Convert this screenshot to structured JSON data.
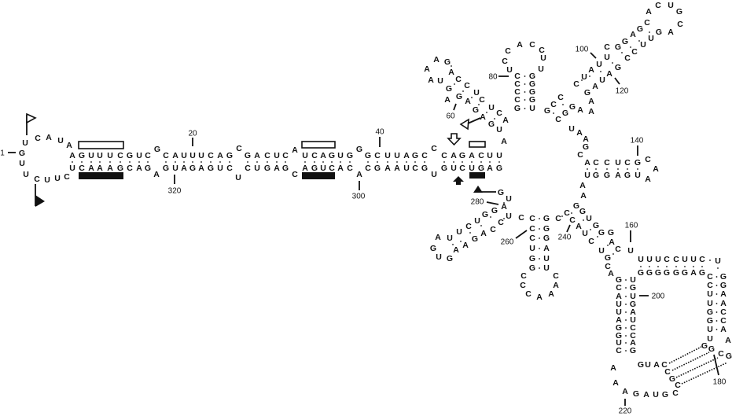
{
  "title": "RNA secondary structure",
  "colors": {
    "ink": "#111111",
    "background": "#ffffff"
  },
  "segments": {
    "loop5_top": "GUCAUA",
    "loop5_bottom": "UUCUUC",
    "h_top1": "AGUUUCGUC",
    "h_top1b": "G",
    "h_top2": "CAUUUCAG",
    "h_top2b": "C",
    "h_top3": "GACUC",
    "h_top3b": "A",
    "h_top4": "UCAGUG",
    "h_top4b": "G",
    "h_top5": "GCUUAGC",
    "h_top5b": "C",
    "h_top6": "CAGACUU",
    "h_bot1": "UCAAAGCAG",
    "h_bot1b": "A",
    "h_bot2": "GUAGAGUC",
    "h_bot2b": "U",
    "h_bot3": "CUGAG",
    "h_bot3b": "C",
    "h_bot4": "AGUCAC",
    "h_bot4b": "A",
    "h_bot5": "CGAAUCG",
    "h_bot5b": "U",
    "h_bot6": "GUCUGAG",
    "junction_a": "A",
    "hp60_a": "AUGGAGAGU",
    "hp60_b": "AAGACCUCUCA",
    "hp60_c": "A",
    "hp80_loop": "UCCACCUU",
    "hp80_left": "CCCCG",
    "hp80_right": "GGGGU",
    "mh_left": "GCGCCGAA",
    "mh_stem": "AGCAUUAAUGU",
    "mh_top": "CGCGCAUGUCGACUGCA",
    "j_130": "UAAGC",
    "hp140_top": "ACCUCG",
    "hp140_loop": "CAA",
    "hp140_bottom": "UGGAGU",
    "j_150": "AA",
    "hp280": "GUAGUCGUACCGUAUAAGUG",
    "j_270": "C",
    "hp260_left": "CCCUGG",
    "hp260_right": "GGGAUU",
    "hp260_loop": "CCCAAAC",
    "j_240": "CCGCGAUUGCGGAUCGCA",
    "u_160": "U",
    "pk_top": "UUUCCUUC",
    "pk_u": "U",
    "pk_bottom": "GGGGGGAG",
    "pk_right_l": "CCUUGGU",
    "pk_right_r": "GGAACCA",
    "pk_end": "UAGGCG",
    "st_left": "GCAUUAGGUC",
    "st_right": "UGUGAUCCAG",
    "guac": "GUAC",
    "cgc": "CGC",
    "loop220": "AAA",
    "gaugc": "GAUGC"
  },
  "position_labels": [
    "1",
    "20",
    "320",
    "40",
    "300",
    "60",
    "80",
    "100",
    "120",
    "140",
    "160",
    "180",
    "200",
    "220",
    "240",
    "260",
    "280"
  ]
}
